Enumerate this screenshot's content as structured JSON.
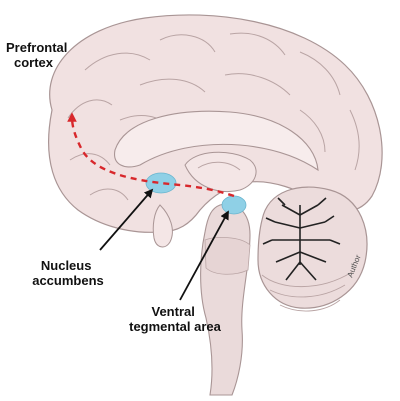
{
  "labels": {
    "prefrontal_line1": "Prefrontal",
    "prefrontal_line2": "cortex",
    "nucleus_line1": "Nucleus",
    "nucleus_line2": "accumbens",
    "vta_line1": "Ventral",
    "vta_line2": "tegmental area",
    "watermark": "Author"
  },
  "colors": {
    "brain_fill": "#f1e1e1",
    "brain_stroke": "#a99595",
    "fold_stroke": "#b9a4a4",
    "stem_fill": "#eadada",
    "highlight": "#8fd0e6",
    "pathway": "#d8282c",
    "pointer": "#111111",
    "text": "#111111"
  },
  "icons": {
    "pathway_arrow": "dashed-arrow",
    "pointer_arrows": "solid-arrow"
  }
}
